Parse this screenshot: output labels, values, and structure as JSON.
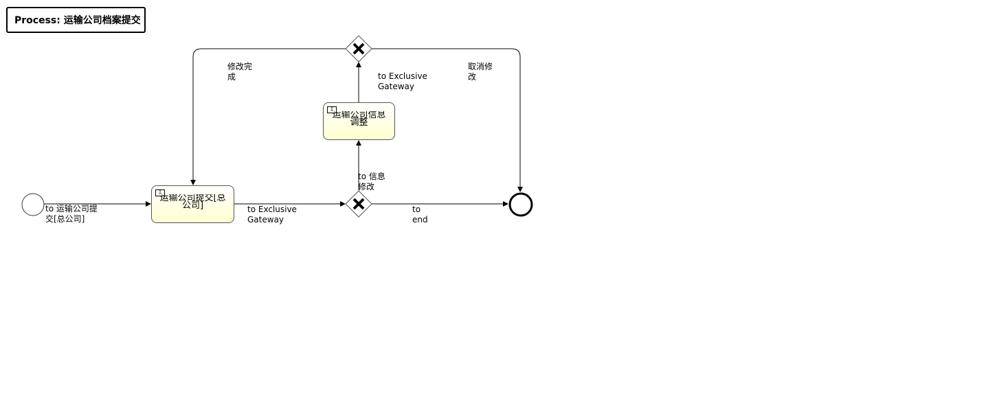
{
  "header": {
    "title": "Process: 运输公司档案提交"
  },
  "tasks": [
    {
      "lines": [
        "运输公司提交[总",
        "公司]"
      ]
    },
    {
      "lines": [
        "运输公司信息",
        "调整"
      ]
    }
  ],
  "flows": {
    "start_to_submit": {
      "lines": [
        "to 运输公司提",
        "交[总公司]"
      ]
    },
    "submit_to_gateway": {
      "lines": [
        "to Exclusive",
        "Gateway"
      ]
    },
    "gateway_to_adjust": {
      "lines": [
        "to 信息",
        "修改"
      ]
    },
    "adjust_to_gateway": {
      "lines": [
        "to Exclusive",
        "Gateway"
      ]
    },
    "gateway_to_end": {
      "lines": [
        "to",
        "end"
      ]
    },
    "modify_done": {
      "lines": [
        "修改完",
        "成"
      ]
    },
    "cancel_modify": {
      "lines": [
        "取消修",
        "改"
      ]
    }
  },
  "icons": {
    "task": "user-task-icon",
    "gateway": "exclusive-gateway-icon"
  }
}
